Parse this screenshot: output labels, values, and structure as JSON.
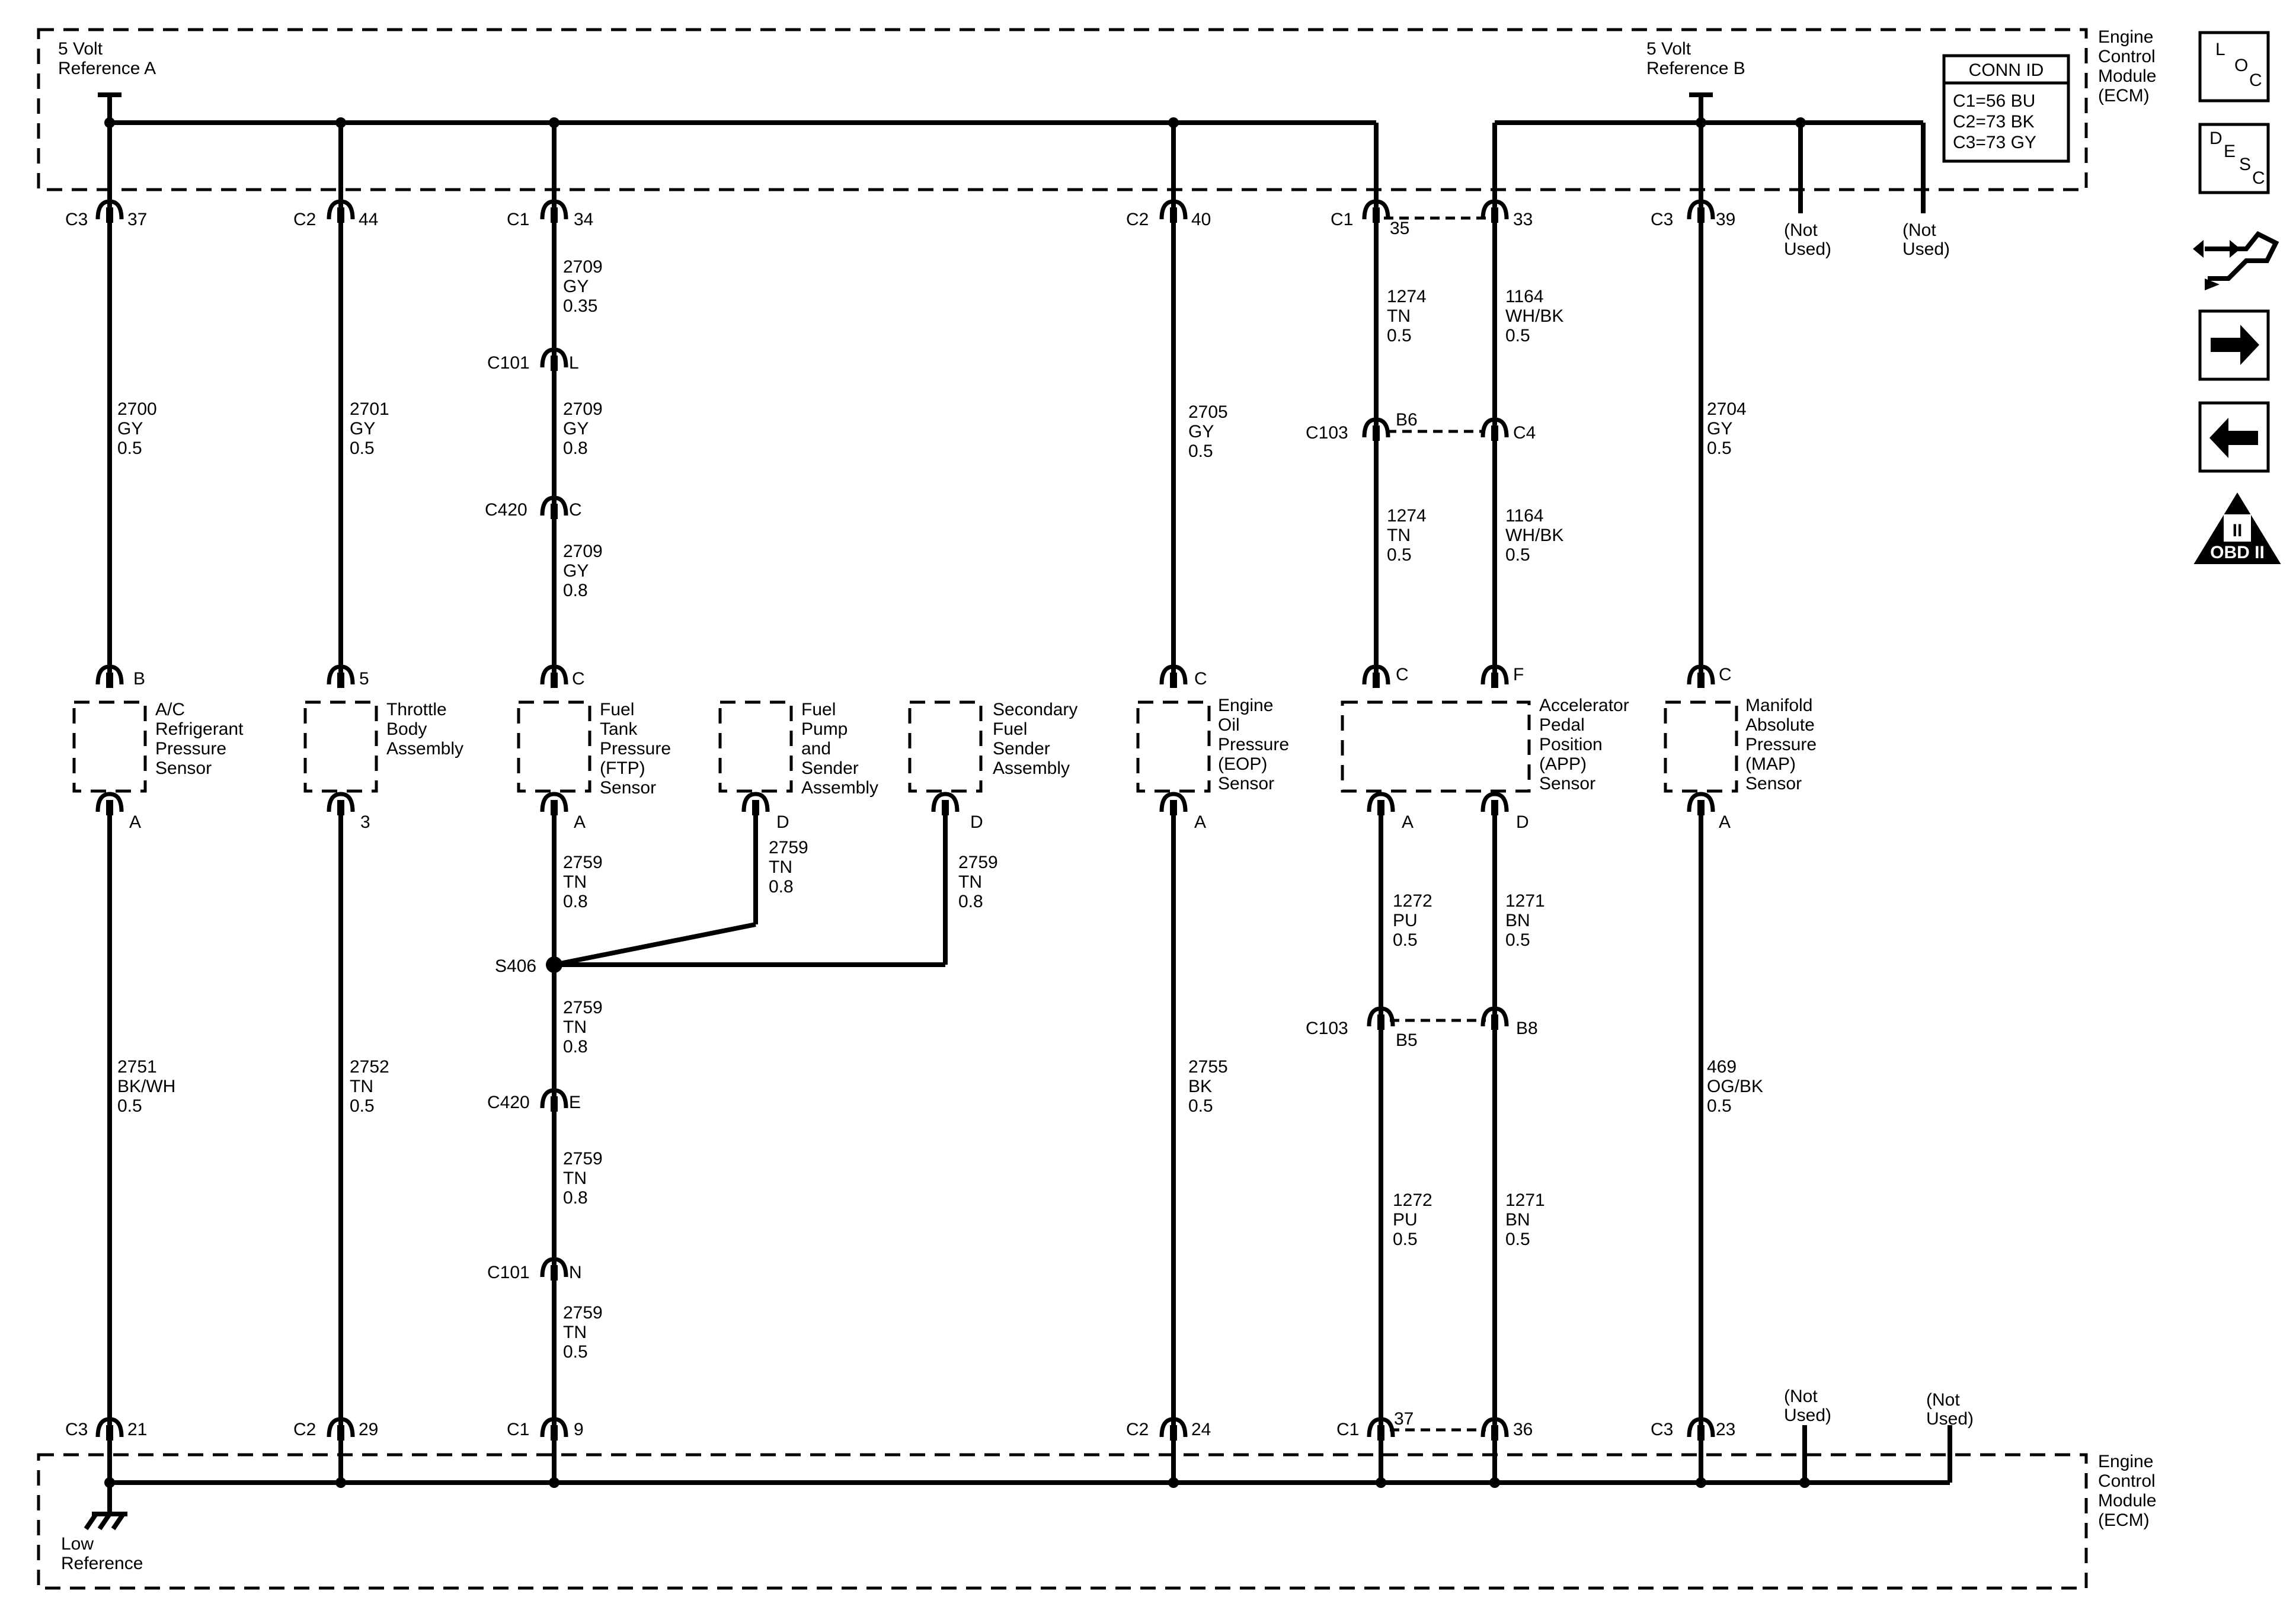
{
  "ecm": {
    "name_lines": [
      "Engine",
      "Control",
      "Module",
      "(ECM)"
    ],
    "ref_a": [
      "5 Volt",
      "Reference A"
    ],
    "ref_b": [
      "5 Volt",
      "Reference B"
    ],
    "low_ref": [
      "Low",
      "Reference"
    ],
    "not_used": [
      "(Not",
      "Used)"
    ],
    "conn_id": {
      "title": "CONN ID",
      "rows": [
        "C1=56 BU",
        "C2=73 BK",
        "C3=73 GY"
      ]
    }
  },
  "top_pins": [
    {
      "conn": "C3",
      "pin": "37"
    },
    {
      "conn": "C2",
      "pin": "44"
    },
    {
      "conn": "C1",
      "pin": "34"
    },
    {
      "conn": "C2",
      "pin": "40"
    },
    {
      "conn": "C1",
      "pin": "35"
    },
    {
      "conn": "",
      "pin": "33"
    },
    {
      "conn": "C3",
      "pin": "39"
    }
  ],
  "bottom_pins": [
    {
      "conn": "C3",
      "pin": "21"
    },
    {
      "conn": "C2",
      "pin": "29"
    },
    {
      "conn": "C1",
      "pin": "9"
    },
    {
      "conn": "C2",
      "pin": "24"
    },
    {
      "conn": "C1",
      "pin": "37"
    },
    {
      "conn": "",
      "pin": "36"
    },
    {
      "conn": "C3",
      "pin": "23"
    }
  ],
  "inline_connectors": [
    {
      "name": "C101",
      "pin": "L"
    },
    {
      "name": "C420",
      "pin": "C"
    },
    {
      "name": "S406",
      "pin": ""
    },
    {
      "name": "C420",
      "pin": "E"
    },
    {
      "name": "C101",
      "pin": "N"
    },
    {
      "name": "C103",
      "pin": "B6"
    },
    {
      "name": "",
      "pin": "C4"
    },
    {
      "name": "C103",
      "pin": "B5"
    },
    {
      "name": "",
      "pin": "B8"
    }
  ],
  "wires": [
    [
      "2700",
      "GY",
      "0.5"
    ],
    [
      "2751",
      "BK/WH",
      "0.5"
    ],
    [
      "2701",
      "GY",
      "0.5"
    ],
    [
      "2752",
      "TN",
      "0.5"
    ],
    [
      "2709",
      "GY",
      "0.35"
    ],
    [
      "2709",
      "GY",
      "0.8"
    ],
    [
      "2709",
      "GY",
      "0.8"
    ],
    [
      "2759",
      "TN",
      "0.8"
    ],
    [
      "2759",
      "TN",
      "0.8"
    ],
    [
      "2759",
      "TN",
      "0.8"
    ],
    [
      "2759",
      "TN",
      "0.8"
    ],
    [
      "2759",
      "TN",
      "0.8"
    ],
    [
      "2759",
      "TN",
      "0.5"
    ],
    [
      "2705",
      "GY",
      "0.5"
    ],
    [
      "2755",
      "BK",
      "0.5"
    ],
    [
      "1274",
      "TN",
      "0.5"
    ],
    [
      "1274",
      "TN",
      "0.5"
    ],
    [
      "1164",
      "WH/BK",
      "0.5"
    ],
    [
      "1164",
      "WH/BK",
      "0.5"
    ],
    [
      "1272",
      "PU",
      "0.5"
    ],
    [
      "1272",
      "PU",
      "0.5"
    ],
    [
      "1271",
      "BN",
      "0.5"
    ],
    [
      "1271",
      "BN",
      "0.5"
    ],
    [
      "2704",
      "GY",
      "0.5"
    ],
    [
      "469",
      "OG/BK",
      "0.5"
    ]
  ],
  "components": [
    {
      "lines": [
        "A/C",
        "Refrigerant",
        "Pressure",
        "Sensor"
      ],
      "top_pin": "B",
      "bottom_pin": "A"
    },
    {
      "lines": [
        "Throttle",
        "Body",
        "Assembly"
      ],
      "top_pin": "5",
      "bottom_pin": "3"
    },
    {
      "lines": [
        "Fuel",
        "Tank",
        "Pressure",
        "(FTP)",
        "Sensor"
      ],
      "top_pin": "C",
      "bottom_pin": "A"
    },
    {
      "lines": [
        "Fuel",
        "Pump",
        "and",
        "Sender",
        "Assembly"
      ],
      "top_pin": "",
      "bottom_pin": "D"
    },
    {
      "lines": [
        "Secondary",
        "Fuel",
        "Sender",
        "Assembly"
      ],
      "top_pin": "",
      "bottom_pin": "D"
    },
    {
      "lines": [
        "Engine",
        "Oil",
        "Pressure",
        "(EOP)",
        "Sensor"
      ],
      "top_pin": "C",
      "bottom_pin": "A"
    },
    {
      "lines": [
        "Accelerator",
        "Pedal",
        "Position",
        "(APP)",
        "Sensor"
      ],
      "top_pins": [
        "C",
        "F"
      ],
      "bottom_pins": [
        "A",
        "D"
      ]
    },
    {
      "lines": [
        "Manifold",
        "Absolute",
        "Pressure",
        "(MAP)",
        "Sensor"
      ],
      "top_pin": "C",
      "bottom_pin": "A"
    }
  ],
  "nav": {
    "loc": [
      "L",
      "O",
      "C"
    ],
    "desc": [
      "D",
      "E",
      "S",
      "C"
    ],
    "obd": [
      "II",
      "OBD II"
    ],
    "icons": [
      "connector-hand-icon",
      "arrow-right-icon",
      "arrow-left-icon",
      "obd-ii-icon"
    ]
  }
}
